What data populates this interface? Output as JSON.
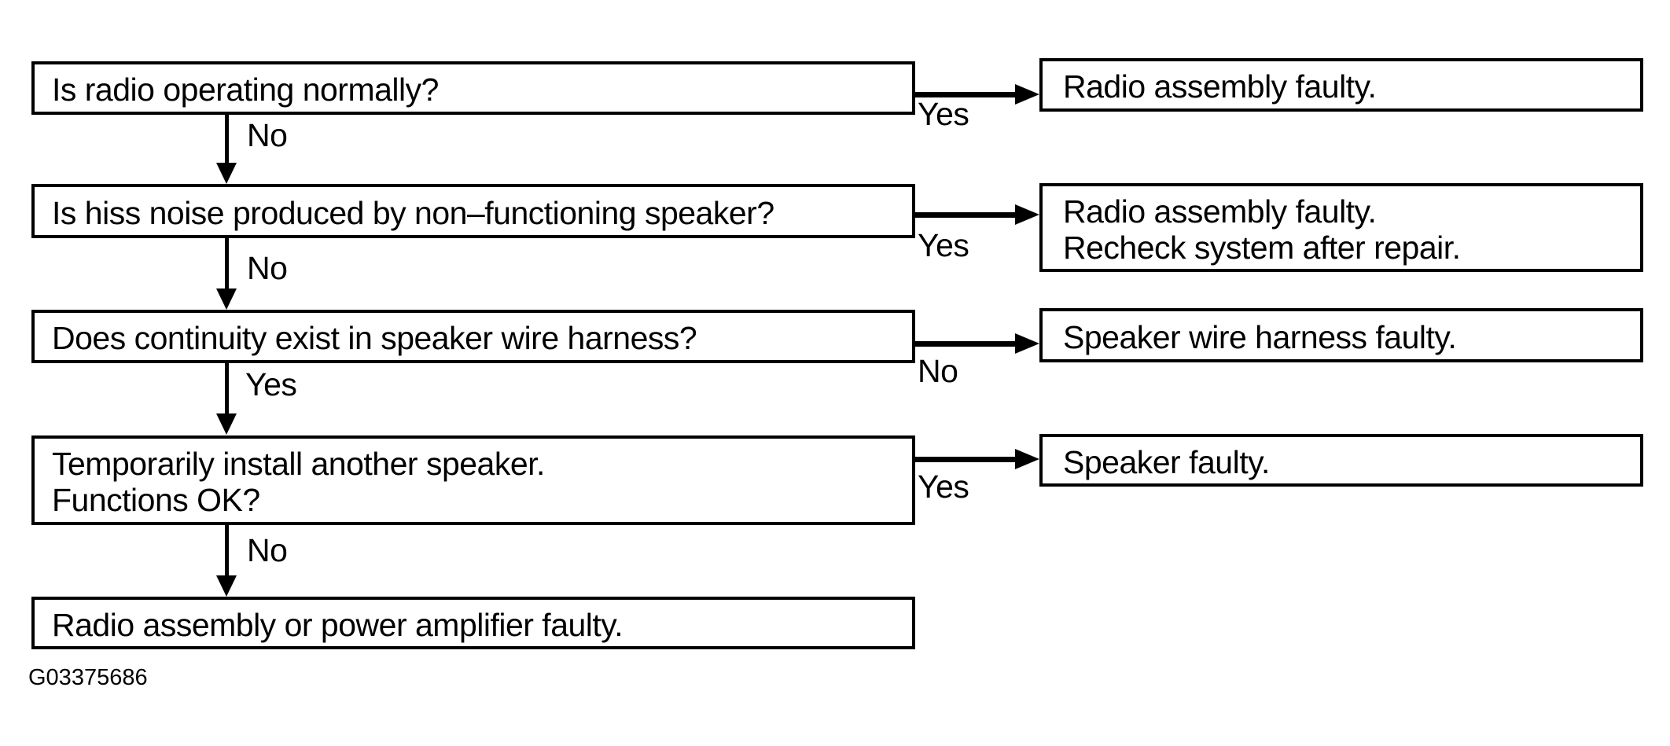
{
  "colors": {
    "ink": "#000000",
    "background": "#ffffff"
  },
  "flowchart": {
    "boxes": {
      "q1": {
        "lines": [
          "Is radio operating normally?"
        ]
      },
      "q2": {
        "lines": [
          "Is hiss noise produced by non–functioning speaker?"
        ]
      },
      "q3": {
        "lines": [
          "Does continuity exist in speaker wire harness?"
        ]
      },
      "q4": {
        "lines": [
          "Temporarily install another speaker.",
          "Functions OK?"
        ]
      },
      "end_left": {
        "lines": [
          "Radio assembly or power amplifier faulty."
        ]
      },
      "r1": {
        "lines": [
          "Radio assembly faulty."
        ]
      },
      "r2": {
        "lines": [
          "Radio assembly faulty.",
          "Recheck system after repair."
        ]
      },
      "r3": {
        "lines": [
          "Speaker wire harness faulty."
        ]
      },
      "r4": {
        "lines": [
          "Speaker faulty."
        ]
      }
    },
    "edge_labels": {
      "v1": "No",
      "v2": "No",
      "v3": "Yes",
      "v4": "No",
      "h1": "Yes",
      "h2": "Yes",
      "h3": "No",
      "h4": "Yes"
    }
  },
  "footer": {
    "figure_id": "G03375686"
  }
}
